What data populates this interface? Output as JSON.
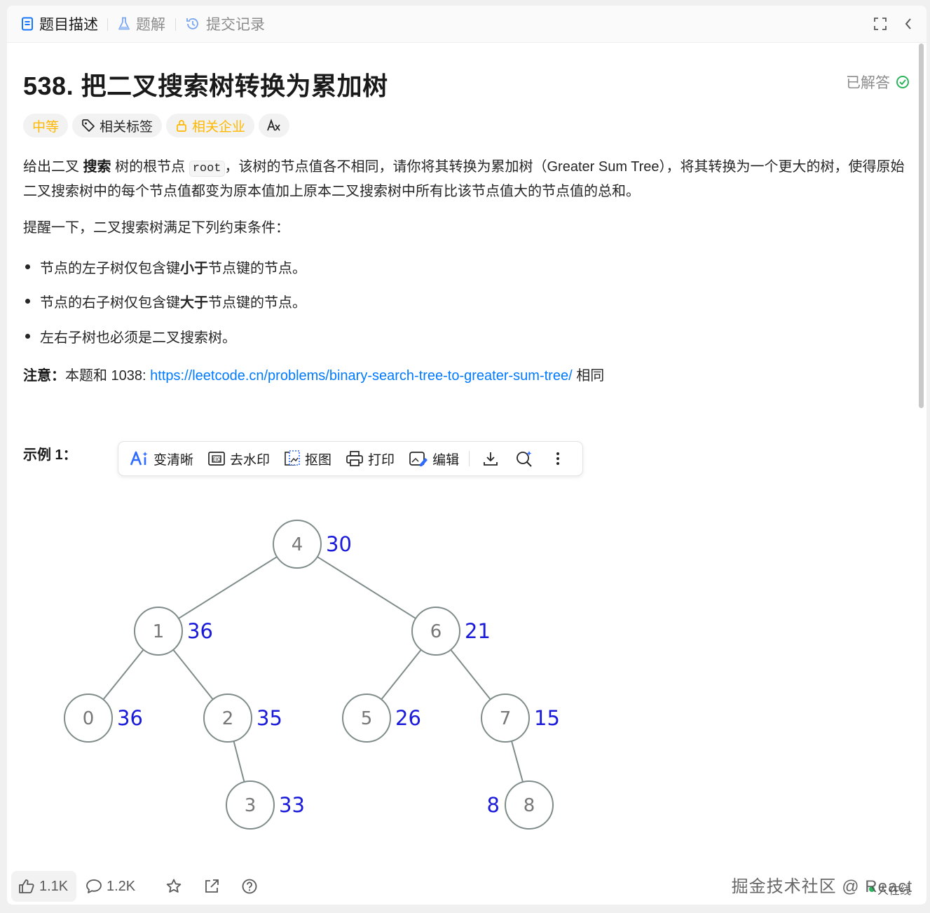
{
  "tabs": [
    {
      "label": "题目描述",
      "icon": "document-icon",
      "active": true
    },
    {
      "label": "题解",
      "icon": "flask-icon",
      "active": false
    },
    {
      "label": "提交记录",
      "icon": "history-icon",
      "active": false
    }
  ],
  "toolbar": {
    "fullscreen_icon": "fullscreen-icon",
    "collapse_icon": "chevron-left-icon"
  },
  "problem": {
    "title": "538. 把二叉搜索树转换为累加树",
    "status": "已解答",
    "chips": {
      "difficulty": "中等",
      "tags": "相关标签",
      "companies": "相关企业",
      "translate_icon": "translate-icon"
    },
    "desc1_a": "给出二叉 ",
    "desc1_bold": "搜索",
    "desc1_b": " 树的根节点 ",
    "desc1_code": "root",
    "desc1_c": "，该树的节点值各不相同，请你将其转换为累加树（Greater Sum Tree），将其转换为一个更大的树，使得原始二叉搜索树中的每个节点值都变为原本值加上原本二叉搜索树中所有比该节点值大的节点值的总和。",
    "reminder": "提醒一下，二叉搜索树满足下列约束条件：",
    "bullets": [
      {
        "a": "节点的左子树仅包含键 ",
        "bold": "小于",
        "b": " 节点键的节点。"
      },
      {
        "a": "节点的右子树仅包含键 ",
        "bold": "大于",
        "b": " 节点键的节点。"
      },
      {
        "a": "左右子树也必须是二叉搜索树。",
        "bold": "",
        "b": ""
      }
    ],
    "note_label": "注意：",
    "note_text": "本题和 1038: ",
    "note_link": "https://leetcode.cn/problems/binary-search-tree-to-greater-sum-tree/",
    "note_after": " 相同",
    "example_label": "示例 1："
  },
  "image_toolbar": {
    "items": [
      {
        "label": "变清晰",
        "icon": "ai-icon"
      },
      {
        "label": "去水印",
        "icon": "watermark-icon"
      },
      {
        "label": "抠图",
        "icon": "cutout-icon"
      },
      {
        "label": "打印",
        "icon": "printer-icon"
      },
      {
        "label": "编辑",
        "icon": "edit-image-icon"
      }
    ],
    "extra_icons": [
      "download-icon",
      "search-icon",
      "more-icon"
    ]
  },
  "tree": {
    "nodes": [
      {
        "id": "n4",
        "key": "4",
        "sum": "30"
      },
      {
        "id": "n1",
        "key": "1",
        "sum": "36"
      },
      {
        "id": "n6",
        "key": "6",
        "sum": "21"
      },
      {
        "id": "n0",
        "key": "0",
        "sum": "36"
      },
      {
        "id": "n2",
        "key": "2",
        "sum": "35"
      },
      {
        "id": "n5",
        "key": "5",
        "sum": "26"
      },
      {
        "id": "n7",
        "key": "7",
        "sum": "15"
      },
      {
        "id": "n3",
        "key": "3",
        "sum": "33"
      },
      {
        "id": "n8",
        "key": "8",
        "sum": "8"
      }
    ],
    "edges": [
      [
        "n4",
        "n1"
      ],
      [
        "n4",
        "n6"
      ],
      [
        "n1",
        "n0"
      ],
      [
        "n1",
        "n2"
      ],
      [
        "n6",
        "n5"
      ],
      [
        "n6",
        "n7"
      ],
      [
        "n2",
        "n3"
      ],
      [
        "n7",
        "n8"
      ]
    ],
    "colors": {
      "node_stroke": "#7f8c8a",
      "label": "#1a1adb",
      "text": "#777777"
    }
  },
  "bottom": {
    "likes": "1.1K",
    "comments": "1.2K",
    "icons": [
      "thumbs-up-icon",
      "comment-icon",
      "star-icon",
      "share-icon",
      "help-icon"
    ],
    "watermark": "掘金技术社区 @ React",
    "online": "人在线"
  }
}
